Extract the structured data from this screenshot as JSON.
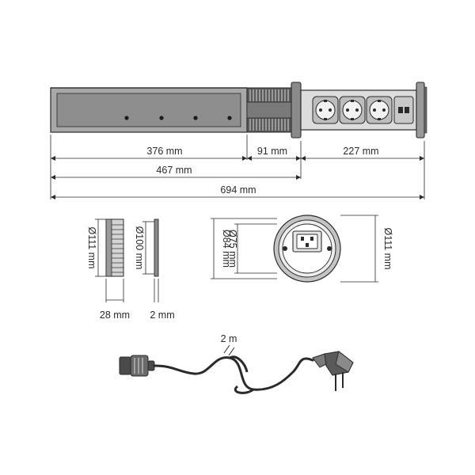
{
  "dimensions": {
    "socket_part": "376 mm",
    "threaded_part": "91 mm",
    "head_part": "227 mm",
    "body_length": "467 mm",
    "total_length": "694 mm",
    "ring_outer_diameter": "Ø111 mm",
    "ring_inner_diameter": "Ø100 mm",
    "ring_height": "28 mm",
    "cover_thickness": "2 mm",
    "top_inner_diameter": "Ø75 mm",
    "top_mid_diameter": "Ø84 mm",
    "top_outer_diameter": "Ø111 mm",
    "cable_length": "2 m"
  },
  "colors": {
    "line": "#2a2a2a",
    "body_fill": "#9a9a9a",
    "dark_fill": "#4a4a4a",
    "light_fill": "#d6d6d6"
  }
}
